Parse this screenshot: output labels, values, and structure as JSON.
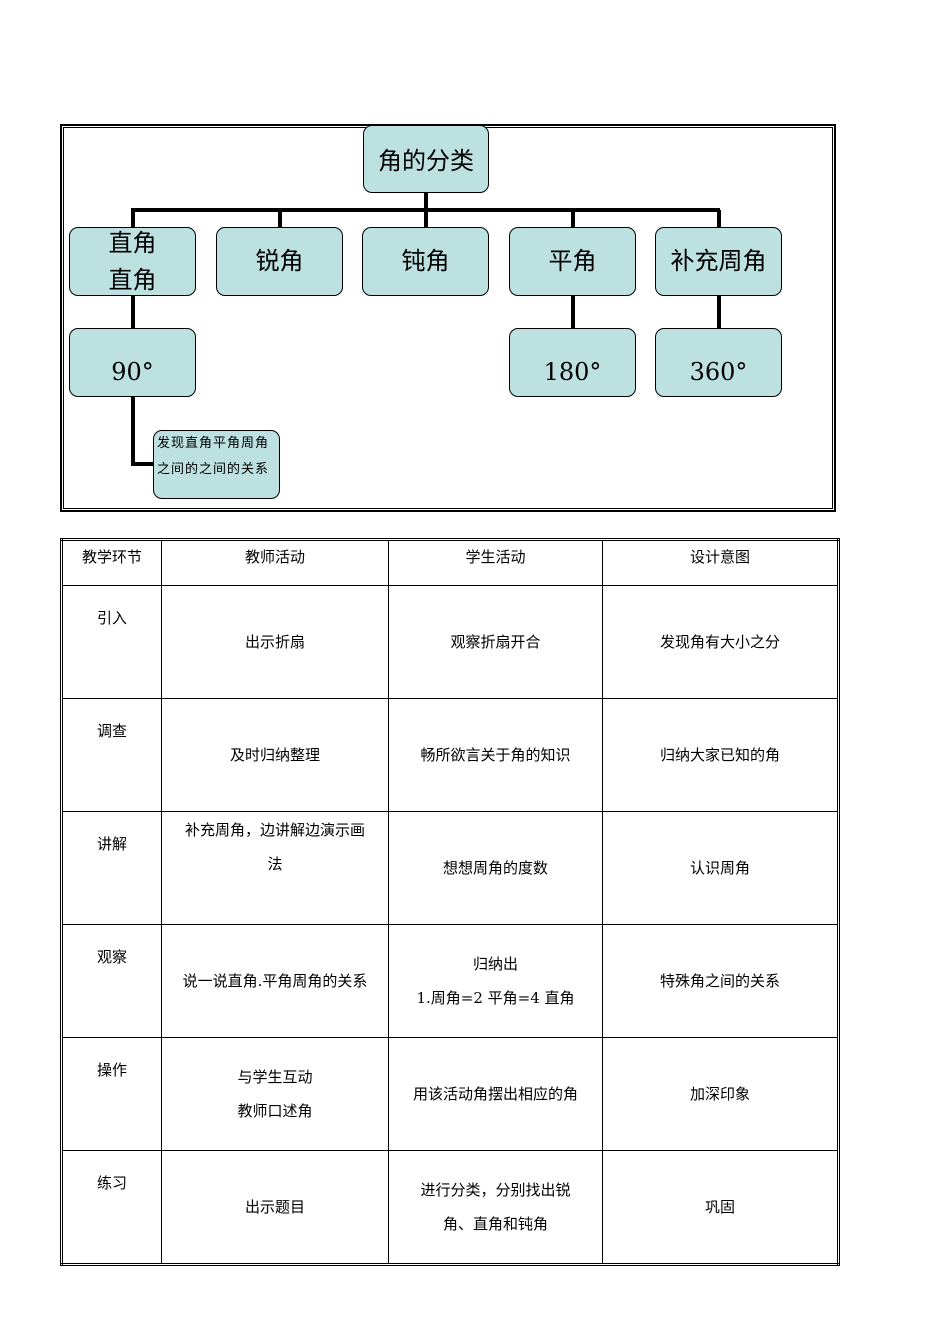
{
  "diagram": {
    "root": "角的分类",
    "level1": [
      {
        "lines": [
          "直角",
          "直角"
        ]
      },
      {
        "lines": [
          "锐角"
        ]
      },
      {
        "lines": [
          "钝角"
        ]
      },
      {
        "lines": [
          "平角"
        ]
      },
      {
        "lines": [
          "补充周角"
        ]
      }
    ],
    "level2": {
      "right_angle": "90°",
      "straight_angle": "180°",
      "full_angle": "360°"
    },
    "note": {
      "line1": "发现直角平角周角",
      "line2": "之间的之间的关系"
    },
    "colors": {
      "box_fill": "#bde0e0",
      "line": "#000000"
    }
  },
  "table": {
    "headers": [
      "教学环节",
      "教师活动",
      "学生活动",
      "设计意图"
    ],
    "rows": [
      {
        "stage": "引入",
        "teacher": [
          "出示折扇"
        ],
        "student": [
          "观察折扇开合"
        ],
        "intent": "发现角有大小之分"
      },
      {
        "stage": "调查",
        "teacher": [
          "及时归纳整理"
        ],
        "student": [
          "畅所欲言关于角的知识"
        ],
        "intent": "归纳大家已知的角"
      },
      {
        "stage": "讲解",
        "teacher": [
          "补充周角，边讲解边演示画",
          "法"
        ],
        "student": [
          "想想周角的度数"
        ],
        "intent": "认识周角"
      },
      {
        "stage": "观察",
        "teacher": [
          "说一说直角.平角周角的关系"
        ],
        "student": [
          "归纳出",
          "1.周角=2 平角=4 直角"
        ],
        "intent": "特殊角之间的关系"
      },
      {
        "stage": "操作",
        "teacher": [
          "与学生互动",
          "教师口述角"
        ],
        "student": [
          "用该活动角摆出相应的角"
        ],
        "intent": "加深印象"
      },
      {
        "stage": "练习",
        "teacher": [
          "出示题目"
        ],
        "student": [
          "进行分类，分别找出锐",
          "角、直角和钝角"
        ],
        "intent": "巩固"
      }
    ]
  }
}
